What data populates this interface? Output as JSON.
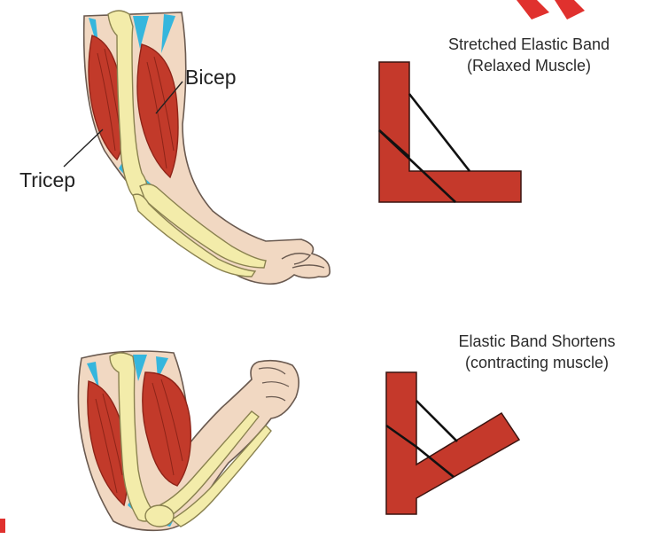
{
  "colors": {
    "muscle": "#c23a2a",
    "muscle_dark": "#8e2418",
    "bone": "#f3ecaa",
    "bone_outline": "#8a8250",
    "tendon": "#35b6dd",
    "skin": "#f1d8c2",
    "skin_outline": "#6a5a50",
    "band_fill": "#c5392b",
    "band_stroke": "#3a1410",
    "accent_mark": "#e0312e"
  },
  "labels": {
    "bicep": "Bicep",
    "tricep": "Tricep"
  },
  "diagram_top": {
    "caption_line1": "Stretched Elastic Band",
    "caption_line2": "(Relaxed Muscle)"
  },
  "diagram_bottom": {
    "caption_line1": "Elastic Band Shortens",
    "caption_line2": "(contracting muscle)"
  }
}
